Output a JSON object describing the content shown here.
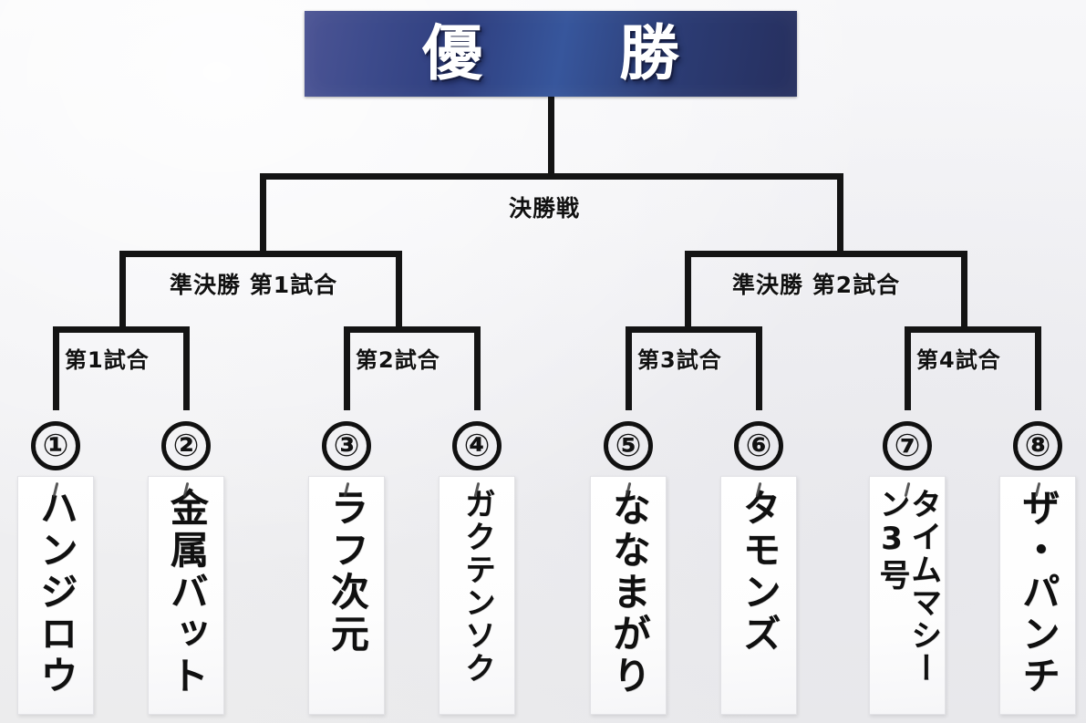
{
  "banner": {
    "title": "優　勝"
  },
  "rounds": {
    "final": {
      "label": "決勝戦"
    },
    "semifinals": [
      {
        "label": "準決勝 第1試合"
      },
      {
        "label": "準決勝 第2試合"
      }
    ],
    "first_round": [
      {
        "label": "第1試合"
      },
      {
        "label": "第2試合"
      },
      {
        "label": "第3試合"
      },
      {
        "label": "第4試合"
      }
    ]
  },
  "teams": [
    {
      "seed": "①",
      "name": "ハンジロウ"
    },
    {
      "seed": "②",
      "name": "金属バット"
    },
    {
      "seed": "③",
      "name": "ラフ次元"
    },
    {
      "seed": "④",
      "name": "ガクテンソク"
    },
    {
      "seed": "⑤",
      "name": "ななまがり"
    },
    {
      "seed": "⑥",
      "name": "タモンズ"
    },
    {
      "seed": "⑦",
      "name": "タイムマシーン3号"
    },
    {
      "seed": "⑧",
      "name": "ザ・パンチ"
    }
  ],
  "colors": {
    "banner_start": "#4c5494",
    "banner_end": "#262f5e",
    "line": "#141414",
    "background": "#f1f1f4"
  }
}
